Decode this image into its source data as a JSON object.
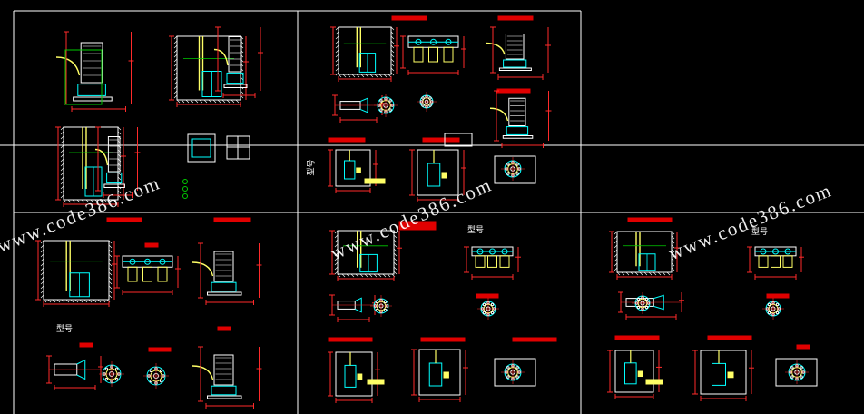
{
  "colors": {
    "background": "#000000",
    "frame": "#ffffff",
    "dimension": "#ff2a2a",
    "geometry": "#ffff66",
    "accent": "#00ffff",
    "ground": "#00cc00",
    "title_bar": "#e00000"
  },
  "watermarks": {
    "w1": "www.code386.com",
    "w2": "www.code386.com",
    "w3": "www.code386.com"
  },
  "labels": {
    "type_a": "型号",
    "type_b": "型号",
    "type_c": "型号",
    "type_d": "型号"
  }
}
